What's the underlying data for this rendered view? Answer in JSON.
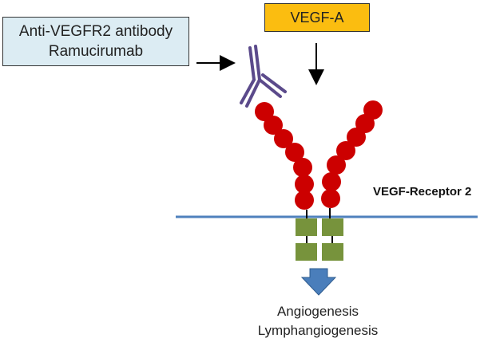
{
  "antibody": {
    "line1": "Anti-VEGFR2 antibody",
    "line2": "Ramucirumab"
  },
  "ligand": {
    "label": "VEGF-A"
  },
  "receptor": {
    "label": "VEGF-Receptor 2"
  },
  "outcomes": [
    "Angiogenesis",
    "Lymphangiogenesis"
  ],
  "colors": {
    "antibody_box": "#dcecf3",
    "ligand_box": "#fbbd10",
    "domain_ball": "#cc0000",
    "membrane": "#4f81bd",
    "kinase": "#77933c",
    "antibody": "#5b4a8b",
    "signal_arrow": "#4a7ebb"
  }
}
